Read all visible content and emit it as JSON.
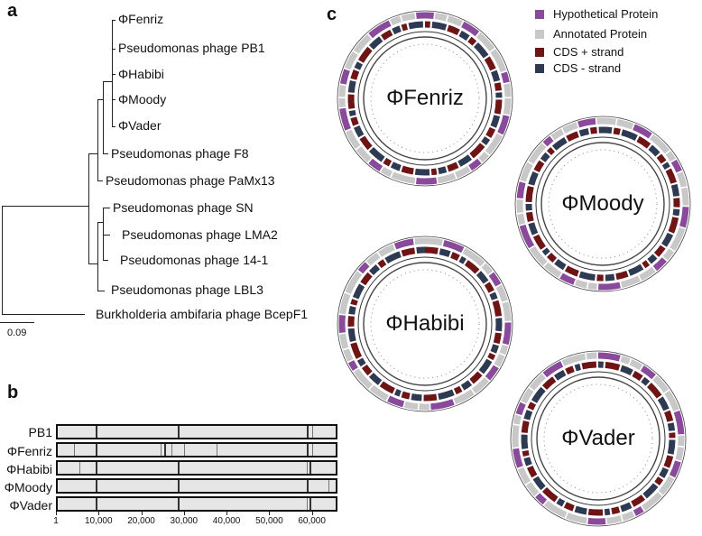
{
  "panels": {
    "a": "a",
    "b": "b",
    "c": "c"
  },
  "tree": {
    "taxa": [
      "ΦFenriz",
      "Pseudomonas phage PB1",
      "ΦHabibi",
      "ΦMoody",
      "ΦVader",
      "Pseudomonas phage F8",
      "Pseudomonas phage PaMx13",
      "Pseudomonas phage SN",
      "Pseudomonas phage LMA2",
      "Pseudomonas phage 14-1",
      "Pseudomonas phage LBL3",
      "Burkholderia ambifaria phage BcepF1"
    ],
    "scale_label": "0.09"
  },
  "alignment": {
    "genomes": [
      "PB1",
      "ΦFenriz",
      "ΦHabibi",
      "ΦMoody",
      "ΦVader"
    ],
    "axis_ticks": [
      {
        "label": "1",
        "value": 1
      },
      {
        "label": "10,000",
        "value": 10000
      },
      {
        "label": "20,000",
        "value": 20000
      },
      {
        "label": "30,000",
        "value": 30000
      },
      {
        "label": "40,000",
        "value": 40000
      },
      {
        "label": "50,000",
        "value": 50000
      },
      {
        "label": "60,000",
        "value": 60000
      }
    ],
    "axis_max": 66000
  },
  "legend": {
    "items": [
      {
        "label": "Hypothetical Protein",
        "color": "#8a4a9c"
      },
      {
        "label": "Annotated Protein",
        "color": "#c8c8c8"
      },
      {
        "label": "CDS + strand",
        "color": "#6e1414"
      },
      {
        "label": "CDS -  strand",
        "color": "#2e3a52"
      }
    ]
  },
  "genome_maps": [
    {
      "name": "ΦFenriz"
    },
    {
      "name": "ΦMoody"
    },
    {
      "name": "ΦHabibi"
    },
    {
      "name": "ΦVader"
    }
  ],
  "colors": {
    "hypothetical": "#8a4a9c",
    "annotated": "#c8c8c8",
    "cds_plus": "#6e1414",
    "cds_minus": "#2e3a52"
  }
}
